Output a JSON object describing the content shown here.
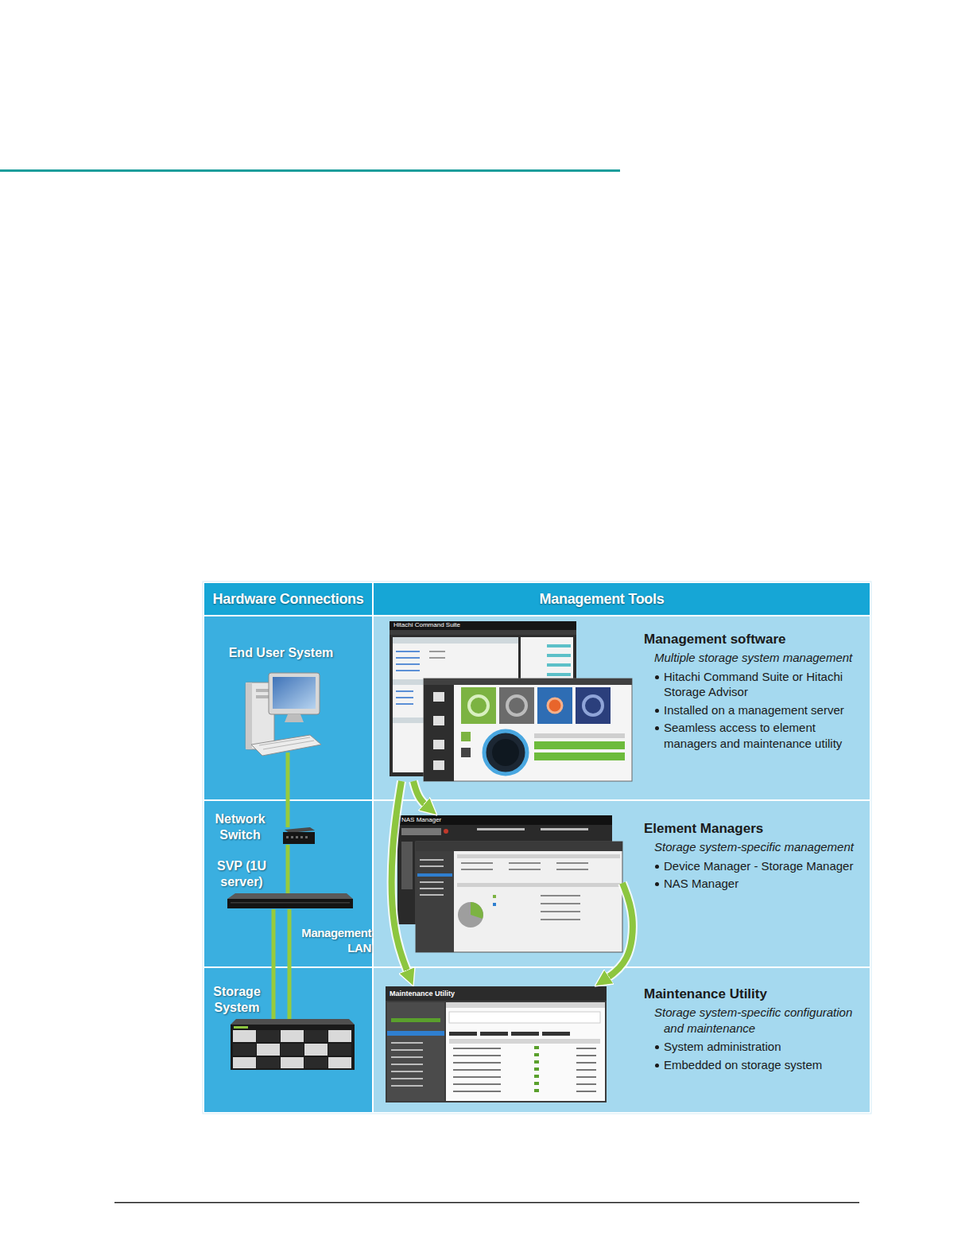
{
  "diagram": {
    "nodes": [
      {
        "text": [
          "Hardware Connections"
        ]
      },
      {
        "text": [
          "Management Tools"
        ]
      },
      {
        "text": [
          "End User System"
        ]
      },
      {
        "text": [
          "Network Switch"
        ]
      },
      {
        "text": [
          "SVP (1U server)"
        ]
      },
      {
        "text": [
          "Storage System"
        ]
      },
      {
        "text": [
          "Management software",
          "Multiple storage system management",
          "Hitachi Command Suite or Hitachi Storage Advisor",
          "Installed on a management server",
          "Seamless access to element managers and maintenance utility"
        ]
      },
      {
        "text": [
          "Hitachi Command Suite"
        ],
        "in": 6
      },
      {
        "text": [
          "Element Managers",
          "Storage system-specific management",
          "Device Manager - Storage Manager",
          "NAS Manager"
        ]
      },
      {
        "text": [
          "NAS Manager"
        ],
        "in": 8
      },
      {
        "text": [
          "Maintenance Utility",
          "Storage system-specific configuration and maintenance",
          "System administration",
          "Embedded on storage system"
        ]
      },
      {
        "text": [
          "Maintenance Utility"
        ],
        "in": 10
      }
    ],
    "edges": [
      {
        "from": 2,
        "to": 3,
        "arrow": "none"
      },
      {
        "from": 3,
        "to": 4,
        "arrow": "none"
      },
      {
        "from": 4,
        "to": 5,
        "arrow": "none"
      },
      {
        "from": 4,
        "to": 5,
        "arrow": "none"
      },
      {
        "from": 7,
        "to": 9,
        "arrow": "to"
      },
      {
        "from": 7,
        "to": 11,
        "arrow": "to"
      },
      {
        "from": 9,
        "to": 11,
        "arrow": "to"
      }
    ],
    "labels": [
      "Management LAN"
    ]
  }
}
